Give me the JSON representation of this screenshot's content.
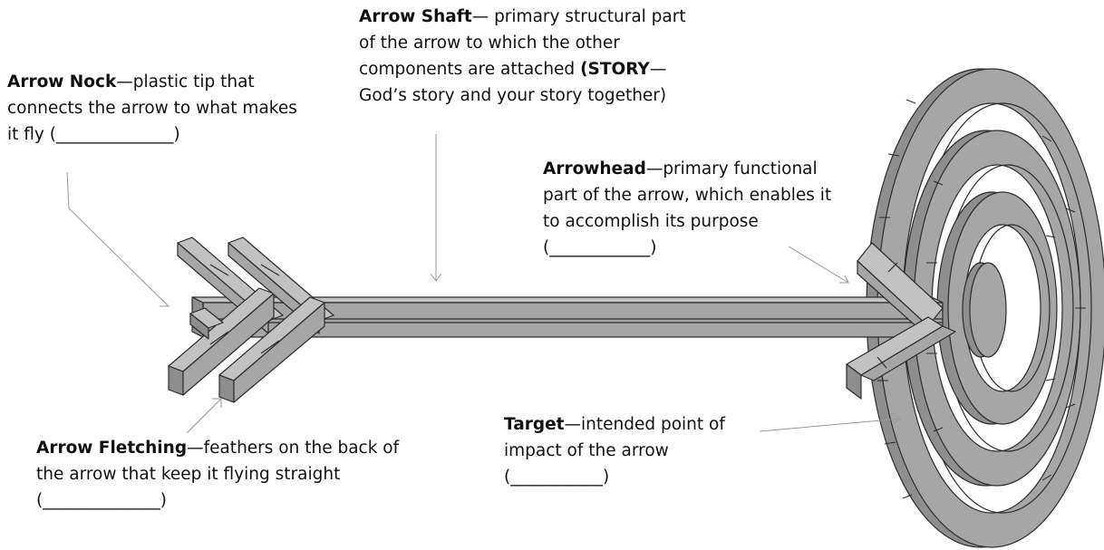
{
  "labels": {
    "nock": {
      "term": "Arrow Nock",
      "desc": "—plastic tip that connects the arrow to what makes it fly",
      "blank": "(______________)"
    },
    "shaft": {
      "term": "Arrow Shaft",
      "desc": "— primary structural part of the arrow to which the other components are attached",
      "story_open": "(STORY",
      "story_rest": "— God’s story and your story together)"
    },
    "head": {
      "term": "Arrowhead",
      "desc": "—primary functional part of the arrow, which enables it to accomplish its purpose",
      "blank": "(____________)"
    },
    "fletching": {
      "term": "Arrow Fletching",
      "desc": "—feathers on the back of the arrow that keep it flying straight",
      "blank": "(______________)"
    },
    "target": {
      "term": "Target",
      "desc": "—intended point of impact of the arrow",
      "blank": "(___________)"
    }
  },
  "colors": {
    "fill": "#a6a6a6",
    "fill_dark": "#8e8e8e",
    "fill_light": "#c2c2c2",
    "stroke": "#2b2b2b",
    "leader": "#9a9a9a"
  }
}
